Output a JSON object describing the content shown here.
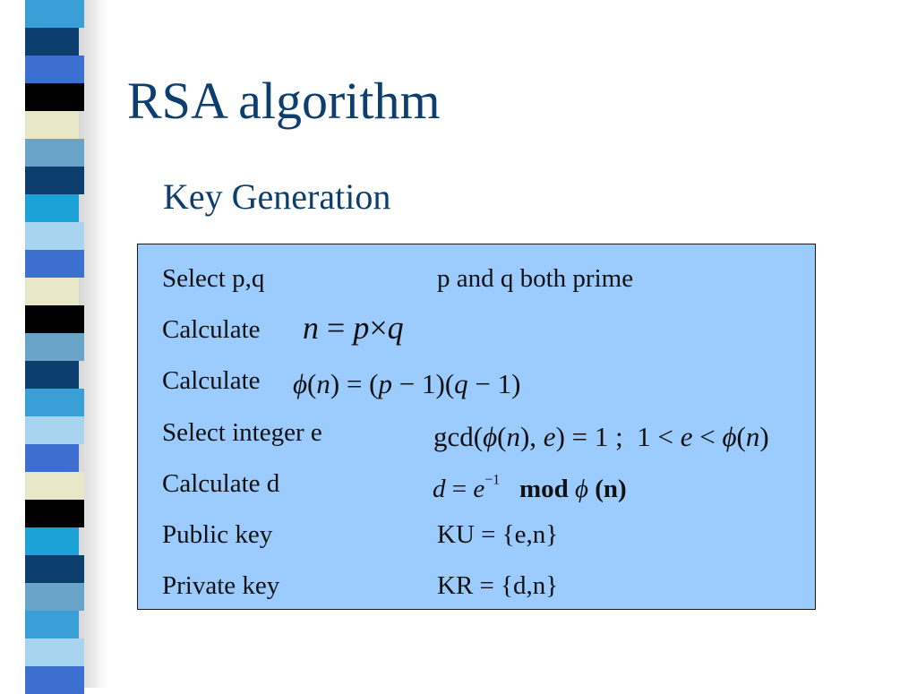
{
  "slide": {
    "title": "RSA algorithm",
    "subtitle": "Key Generation"
  },
  "rows": [
    {
      "label": "Select p,q",
      "value": "p and q both prime"
    },
    {
      "label": "Calculate",
      "formula": "n = p × q"
    },
    {
      "label": "Calculate",
      "formula": "ϕ(n) = (p − 1)(q − 1)"
    },
    {
      "label": "Select integer e",
      "formula": "gcd(ϕ(n), e) = 1 ; 1 < e < ϕ(n)"
    },
    {
      "label": "Calculate d",
      "formula": "d = e−1 mod ϕ (n)"
    },
    {
      "label": "Public key",
      "value": "KU = {e,n}"
    },
    {
      "label": "Private key",
      "value": "KR = {d,n}"
    }
  ],
  "colors": {
    "title": "#0d3f6e",
    "box_fill": "#9ccbff",
    "stripe_palette": [
      "#3a9fd6",
      "#0d3f6e",
      "#3d6fd1",
      "#000000",
      "#e8e8c8",
      "#6aa4c8",
      "#1ba3d8",
      "#a8d4f0"
    ]
  }
}
